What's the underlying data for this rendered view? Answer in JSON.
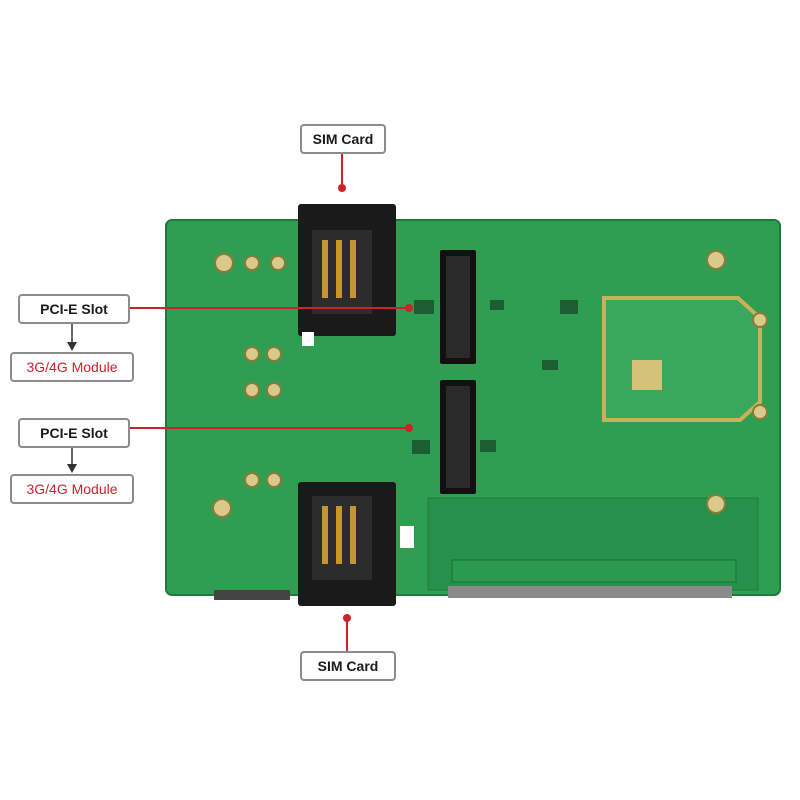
{
  "labels": {
    "sim_top": "SIM Card",
    "sim_bottom": "SIM Card",
    "pcie_slot_1": "PCI-E Slot",
    "module_1": "3G/4G Module",
    "pcie_slot_2": "PCI-E Slot",
    "module_2": "3G/4G Module"
  },
  "colors": {
    "board_green": "#2f9e52",
    "board_dark_green": "#1f7a3e",
    "callout_red": "#d0202a",
    "antenna_gold": "#c9b15a",
    "border_gray": "#8c8c8c"
  },
  "icons": {
    "arrow": "down-arrow-icon",
    "dot": "callout-dot-icon"
  }
}
